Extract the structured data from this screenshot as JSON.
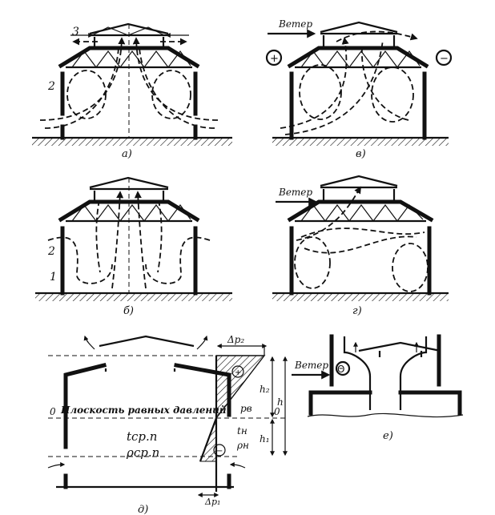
{
  "labels": {
    "number_3": "3",
    "number_2_a": "2",
    "number_2_b": "2",
    "number_1": "1",
    "caption_a": "а)",
    "caption_b": "б)",
    "caption_v": "в)",
    "caption_g": "г)",
    "caption_d": "д)",
    "caption_e": "е)",
    "wind_v": "Ветер",
    "wind_g": "Ветер",
    "wind_e": "Ветер",
    "plus_sign": "+",
    "minus_sign": "−",
    "theta_minus_e": "Θ"
  },
  "panel_d": {
    "delta_p2": "Δp₂",
    "h2": "h₂",
    "h": "h",
    "h1": "h₁",
    "zero_left": "0",
    "zero_right": "0",
    "equal_pressure_plane": "Плоскость равных давлений",
    "p_v": "pв",
    "t_avg": "tср.п",
    "rho_avg": "ρср.п",
    "t_n": "tн",
    "rho_n": "ρн",
    "delta_p1": "Δp₁",
    "plus_circle": "+",
    "minus_circle": "−"
  }
}
